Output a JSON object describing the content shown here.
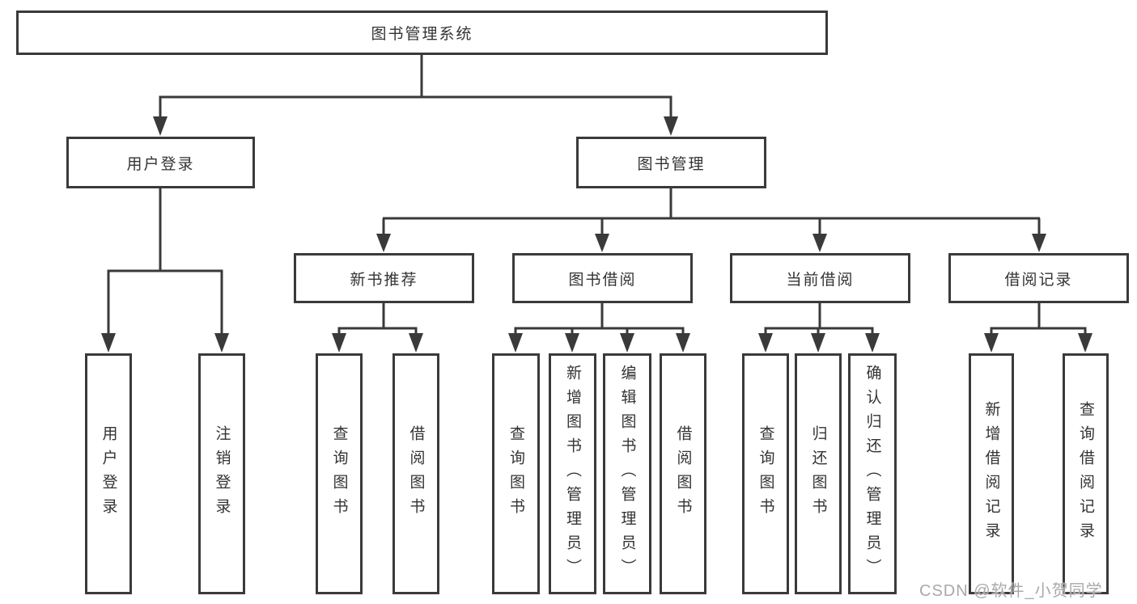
{
  "diagram": {
    "title": "图书管理系统",
    "line_color": "#3a3a3a",
    "box_border_color": "#3a3a3a",
    "text_color": "#333333",
    "background_color": "#ffffff",
    "level2": [
      {
        "label": "用户登录"
      },
      {
        "label": "图书管理"
      }
    ],
    "level3": [
      {
        "label": "新书推荐"
      },
      {
        "label": "图书借阅"
      },
      {
        "label": "当前借阅"
      },
      {
        "label": "借阅记录"
      }
    ],
    "leaves": {
      "user_login": [
        "用户登录",
        "注销登录"
      ],
      "new_book": [
        "查询图书",
        "借阅图书"
      ],
      "book_borrow": [
        "查询图书",
        "新增图书（管理员）",
        "编辑图书（管理员）",
        "借阅图书"
      ],
      "current_borrow": [
        "查询图书",
        "归还图书",
        "确认归还（管理员）"
      ],
      "borrow_record": [
        "新增借阅记录",
        "查询借阅记录"
      ]
    }
  },
  "watermark": {
    "text": "CSDN @软件_小贺同学",
    "color": "#a9a9a9"
  }
}
